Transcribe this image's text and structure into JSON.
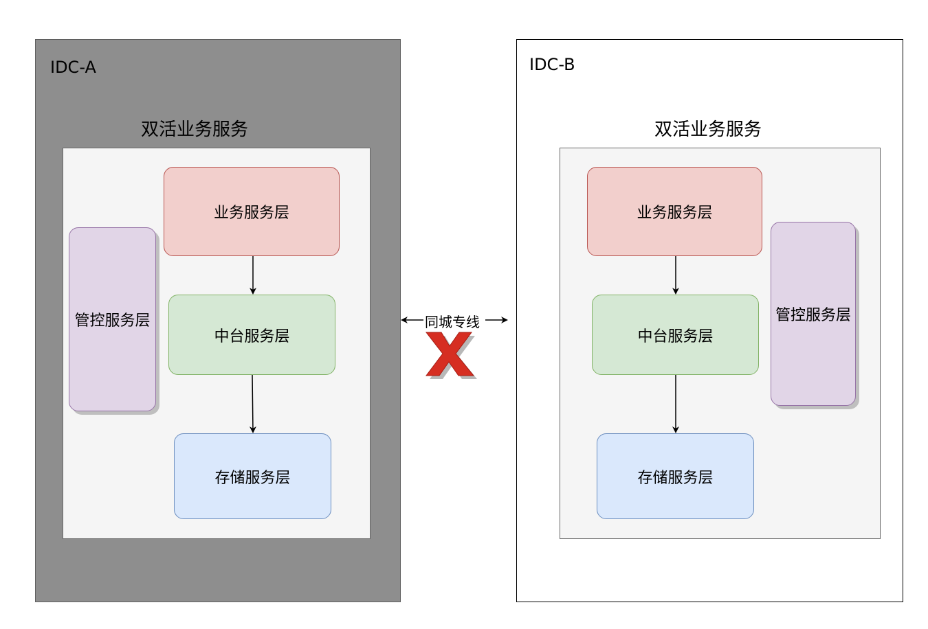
{
  "idc_a": {
    "title": "IDC-A",
    "group_title": "双活业务服务",
    "business_layer": "业务服务层",
    "middle_layer": "中台服务层",
    "storage_layer": "存储服务层",
    "control_layer": "管控服务层"
  },
  "idc_b": {
    "title": "IDC-B",
    "group_title": "双活业务服务",
    "business_layer": "业务服务层",
    "middle_layer": "中台服务层",
    "storage_layer": "存储服务层",
    "control_layer": "管控服务层"
  },
  "link": {
    "label": "同城专线",
    "status_icon": "red-x-icon"
  },
  "colors": {
    "idc_a_bg": "#8e8e8e",
    "inner_bg": "#f5f5f5",
    "business": "#f2cfcc",
    "middle": "#d5e8d4",
    "storage": "#dae8fc",
    "control": "#e1d5e7",
    "x_mark": "#d62e22"
  }
}
